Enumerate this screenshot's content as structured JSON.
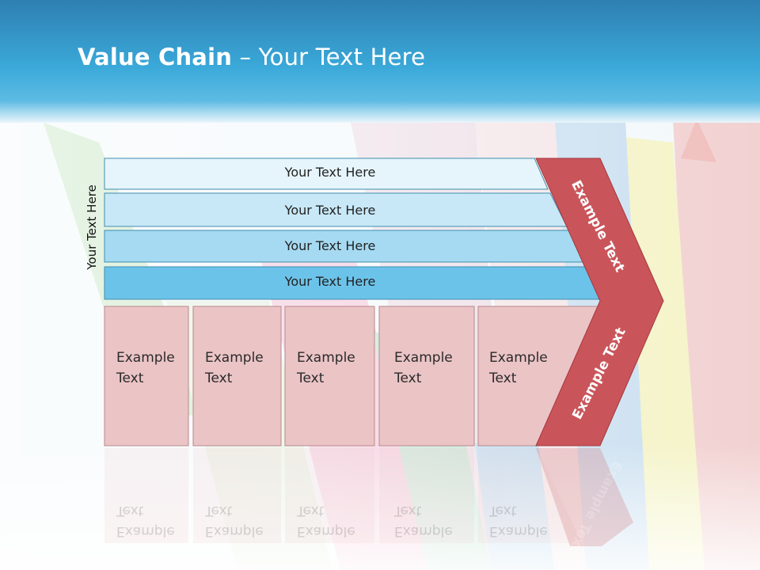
{
  "slide": {
    "title_bold": "Value Chain",
    "title_rest": " – Your Text Here",
    "side_label": "Your Text Here"
  },
  "bars": [
    {
      "label": "Your Text Here"
    },
    {
      "label": "Your Text Here"
    },
    {
      "label": "Your Text Here"
    },
    {
      "label": "Your Text Here"
    }
  ],
  "cells": [
    {
      "line1": "Example",
      "line2": "Text"
    },
    {
      "line1": "Example",
      "line2": "Text"
    },
    {
      "line1": "Example",
      "line2": "Text"
    },
    {
      "line1": "Example",
      "line2": "Text"
    },
    {
      "line1": "Example",
      "line2": "Text"
    }
  ],
  "chevron": {
    "upper_label": "Example Text",
    "lower_label": "Example Text"
  },
  "colors": {
    "header_blue": "#3aa9d9",
    "bar1": "#e6f5fb",
    "bar2": "#c8e8f7",
    "bar3": "#a5daf2",
    "bar4": "#6cc3ea",
    "cell_fill": "#ebc4c6",
    "chevron_red": "#c9555a"
  }
}
